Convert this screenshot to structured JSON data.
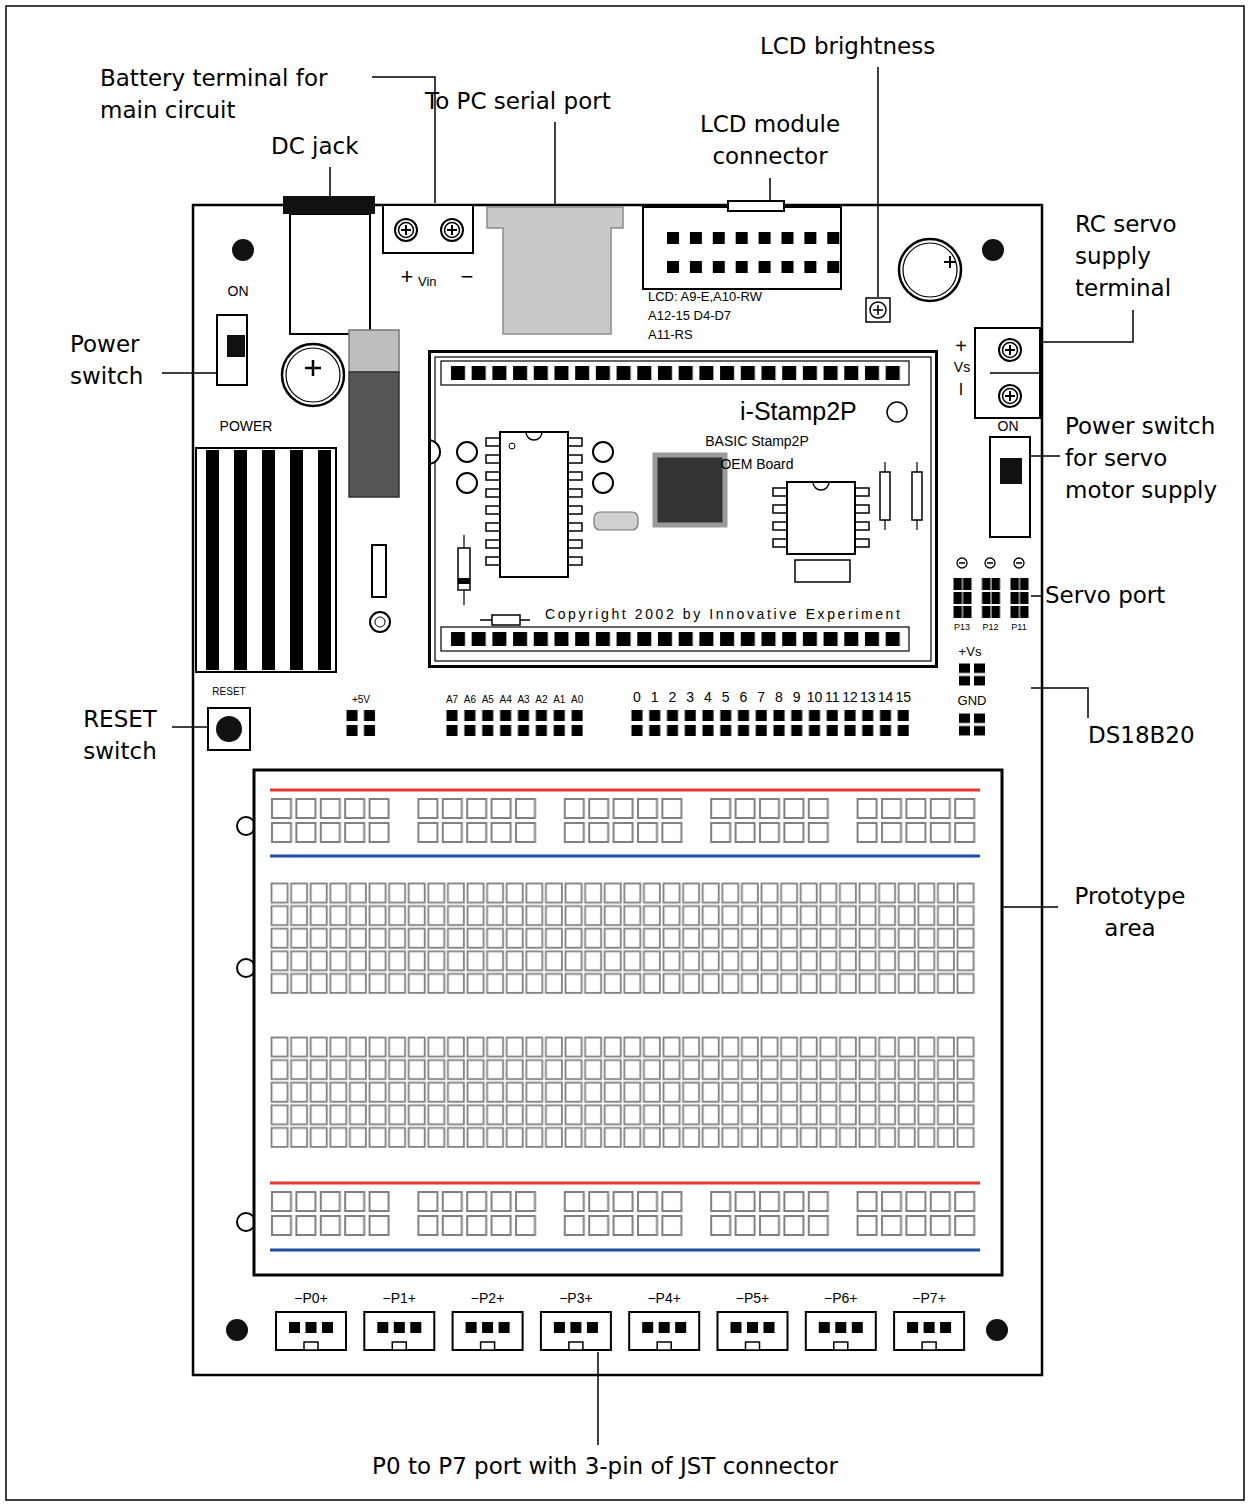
{
  "diagram": {
    "nodes": [
      {
        "text": [
          "i-Stamp2P",
          "BASIC Stamp2P OEM Board",
          "Copyright 2002 by Innovative Experiment"
        ]
      }
    ],
    "labels": [
      "Battery terminal for main circuit",
      "DC jack",
      "To PC serial port",
      "LCD module connector",
      "LCD brightness",
      "RC servo supply terminal",
      "Power switch",
      "Power switch for servo motor supply",
      "Servo port",
      "DS18B20",
      "RESET switch",
      "Prototype area",
      "P0 to P7 port with 3-pin of JST connector",
      "ON",
      "POWER",
      "+",
      "Vin",
      "−",
      "LCD: A9-E,A10-RW",
      "A12-15 D4-D7",
      "A11-RS",
      "+",
      "Vs",
      "I",
      "ON",
      "P13",
      "P12",
      "P11",
      "+Vs",
      "GND",
      "RESET",
      "+5V",
      "A7",
      "A6",
      "A5",
      "A4",
      "A3",
      "A2",
      "A1",
      "A0",
      "0",
      "1",
      "2",
      "3",
      "4",
      "5",
      "6",
      "7",
      "8",
      "9",
      "10",
      "11",
      "12",
      "13",
      "14",
      "15",
      "−P0+",
      "−P1+",
      "−P2+",
      "−P3+",
      "−P4+",
      "−P5+",
      "−P6+",
      "−P7+"
    ]
  }
}
